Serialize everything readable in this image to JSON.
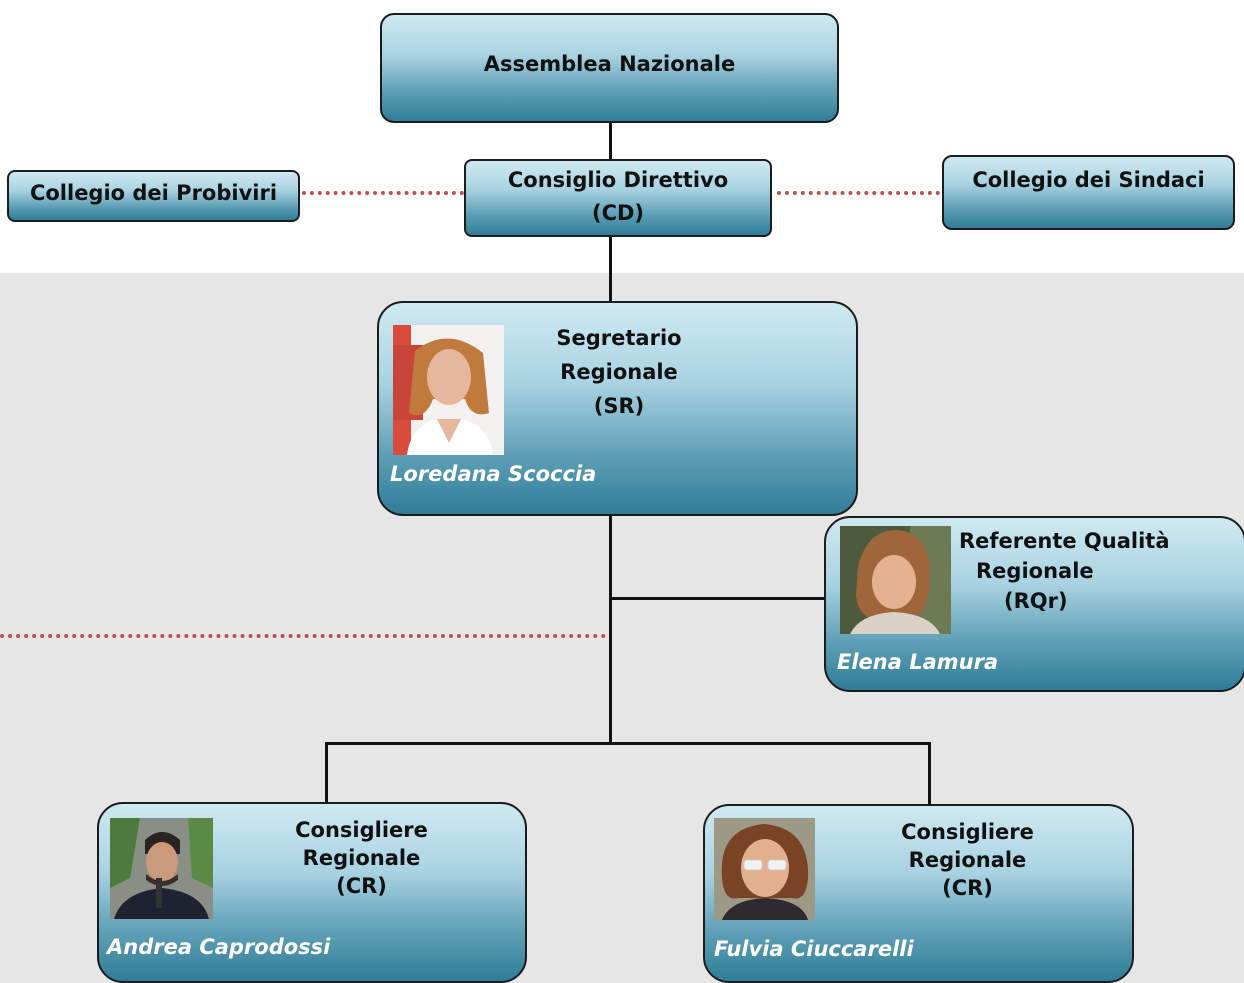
{
  "org_chart": {
    "assembly": {
      "title": "Assemblea Nazionale"
    },
    "board": {
      "title_line1": "Consiglio Direttivo",
      "title_line2": "(CD)"
    },
    "probiviri": {
      "title": "Collegio dei Probiviri"
    },
    "sindaci": {
      "title": "Collegio dei Sindaci"
    },
    "secretary": {
      "title_line1": "Segretario",
      "title_line2": "Regionale",
      "title_line3": "(SR)",
      "person": "Loredana Scoccia"
    },
    "quality": {
      "title_line1": "Referente Qualità",
      "title_line2": "Regionale",
      "title_line3": "(RQr)",
      "person": "Elena Lamura"
    },
    "councillors": [
      {
        "title_line1": "Consigliere",
        "title_line2": "Regionale",
        "title_line3": "(CR)",
        "person": "Andrea Caprodossi"
      },
      {
        "title_line1": "Consigliere",
        "title_line2": "Regionale",
        "title_line3": "(CR)",
        "person": "Fulvia Ciuccarelli"
      }
    ]
  },
  "colors": {
    "box_gradient_top": "#cfe9f1",
    "box_gradient_bottom": "#2f7d98",
    "dotted_link": "#c0504d",
    "regional_band": "#e6e6e6"
  }
}
